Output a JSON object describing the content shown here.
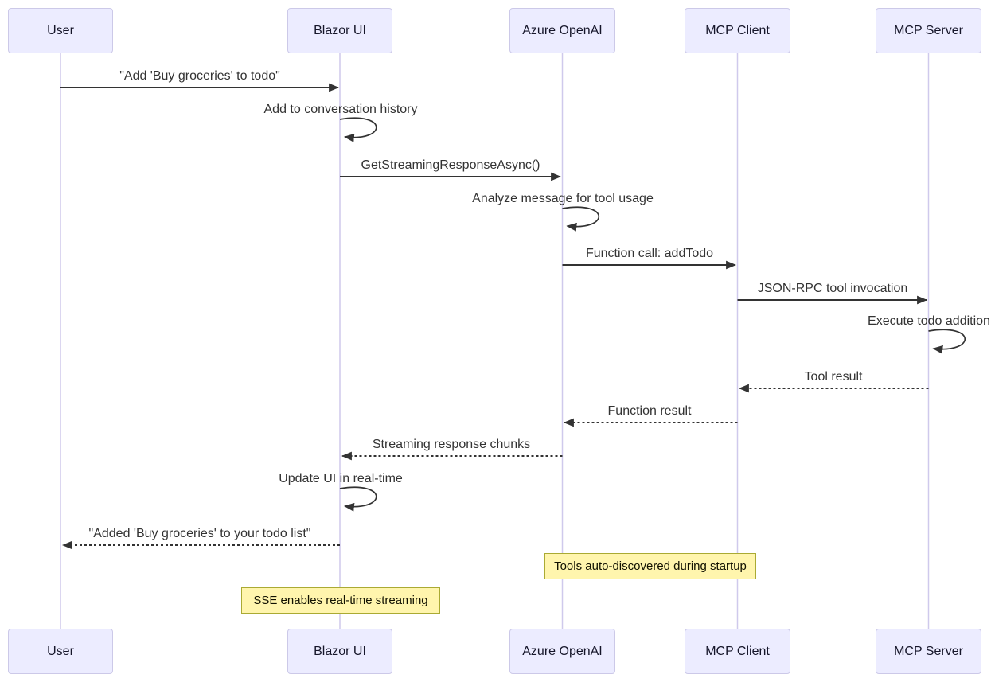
{
  "diagram": {
    "type": "sequence-diagram",
    "actors": [
      {
        "id": "user",
        "label": "User"
      },
      {
        "id": "blazor-ui",
        "label": "Blazor UI"
      },
      {
        "id": "azure-openai",
        "label": "Azure OpenAI"
      },
      {
        "id": "mcp-client",
        "label": "MCP Client"
      },
      {
        "id": "mcp-server",
        "label": "MCP Server"
      }
    ],
    "messages": [
      {
        "from": "User",
        "to": "Blazor UI",
        "style": "solid",
        "text": "\"Add 'Buy groceries' to todo\""
      },
      {
        "from": "Blazor UI",
        "to": "Blazor UI",
        "style": "self",
        "text": "Add to conversation history"
      },
      {
        "from": "Blazor UI",
        "to": "Azure OpenAI",
        "style": "solid",
        "text": "GetStreamingResponseAsync()"
      },
      {
        "from": "Azure OpenAI",
        "to": "Azure OpenAI",
        "style": "self",
        "text": "Analyze message for tool usage"
      },
      {
        "from": "Azure OpenAI",
        "to": "MCP Client",
        "style": "solid",
        "text": "Function call: addTodo"
      },
      {
        "from": "MCP Client",
        "to": "MCP Server",
        "style": "solid",
        "text": "JSON-RPC tool invocation"
      },
      {
        "from": "MCP Server",
        "to": "MCP Server",
        "style": "self",
        "text": "Execute todo addition"
      },
      {
        "from": "MCP Server",
        "to": "MCP Client",
        "style": "dashed",
        "text": "Tool result"
      },
      {
        "from": "MCP Client",
        "to": "Azure OpenAI",
        "style": "dashed",
        "text": "Function result"
      },
      {
        "from": "Azure OpenAI",
        "to": "Blazor UI",
        "style": "dashed",
        "text": "Streaming response chunks"
      },
      {
        "from": "Blazor UI",
        "to": "Blazor UI",
        "style": "self",
        "text": "Update UI in real-time"
      },
      {
        "from": "Blazor UI",
        "to": "User",
        "style": "dashed",
        "text": "\"Added 'Buy groceries' to your todo list\""
      }
    ],
    "notes": [
      {
        "over": "Azure OpenAI, MCP Client",
        "text": "Tools auto-discovered during startup"
      },
      {
        "over": "Blazor UI",
        "text": "SSE enables real-time streaming"
      }
    ],
    "colors": {
      "actor_fill": "#ECECFF",
      "actor_border": "#CCC9E8",
      "lifeline": "#CFC9EC",
      "arrow": "#333333",
      "message_text": "#333333",
      "note_fill": "#FFF5AD",
      "note_border": "#AAAA33"
    }
  }
}
